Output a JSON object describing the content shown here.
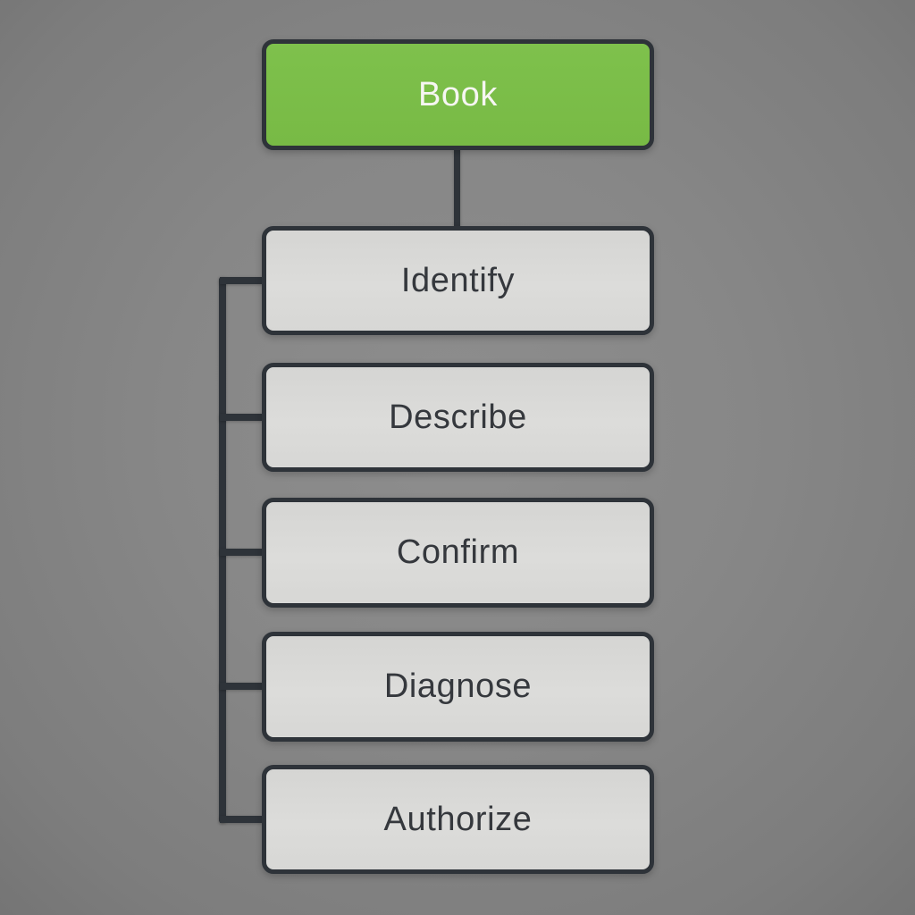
{
  "diagram": {
    "title": "booking-process-flowchart",
    "root_node": {
      "id": "book",
      "label": "Book"
    },
    "step_nodes": [
      {
        "id": "identify",
        "label": "Identify"
      },
      {
        "id": "describe",
        "label": "Describe"
      },
      {
        "id": "confirm",
        "label": "Confirm"
      },
      {
        "id": "diagnose",
        "label": "Diagnose"
      },
      {
        "id": "authorize",
        "label": "Authorize"
      }
    ],
    "connections": {
      "root_to_first": "Book connects straight down to Identify",
      "left_spine": "vertical spine on left joins Identify, Describe, Confirm, Diagnose, Authorize"
    },
    "colors": {
      "root_fill": "#7bbd48",
      "root_text": "#f6f6f2",
      "step_fill": "#d9d9d7",
      "step_text": "#35383d",
      "border_and_lines": "#2e3339",
      "background": "#848484"
    }
  }
}
